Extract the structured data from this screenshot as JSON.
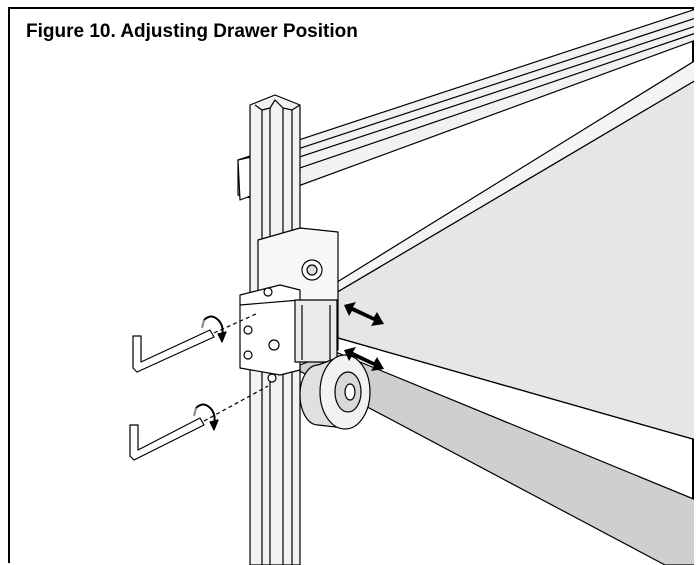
{
  "figure": {
    "title": "Figure 10. Adjusting Drawer Position"
  },
  "illustration": {
    "parts": [
      "upright-post",
      "top-rail",
      "drawer-panel",
      "mounting-bracket",
      "roller-wheel",
      "allen-key-upper",
      "allen-key-lower",
      "rotation-arrow-upper",
      "rotation-arrow-lower",
      "adjust-arrow-upper",
      "adjust-arrow-lower"
    ],
    "colors": {
      "line": "#000000",
      "panel_fill": "#e6e6e6",
      "edge_fill": "#c9c9c9",
      "metal_fill": "#f2f2f2",
      "background": "#ffffff"
    }
  }
}
